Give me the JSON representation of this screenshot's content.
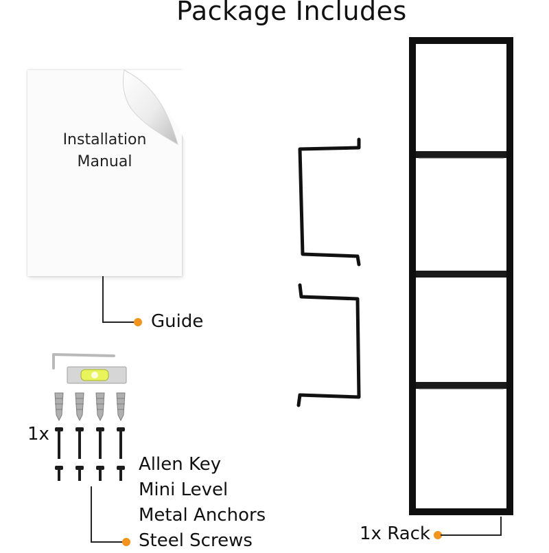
{
  "title": "Package Includes",
  "manual": {
    "line1": "Installation",
    "line2": "Manual"
  },
  "guide_label": "Guide",
  "hardware": {
    "quantity": "1x",
    "items": [
      "Allen Key",
      "Mini Level",
      "Metal Anchors",
      "Steel Screws"
    ]
  },
  "rack_label": "1x Rack",
  "colors": {
    "accent": "#f39418",
    "metal": "#111111"
  }
}
